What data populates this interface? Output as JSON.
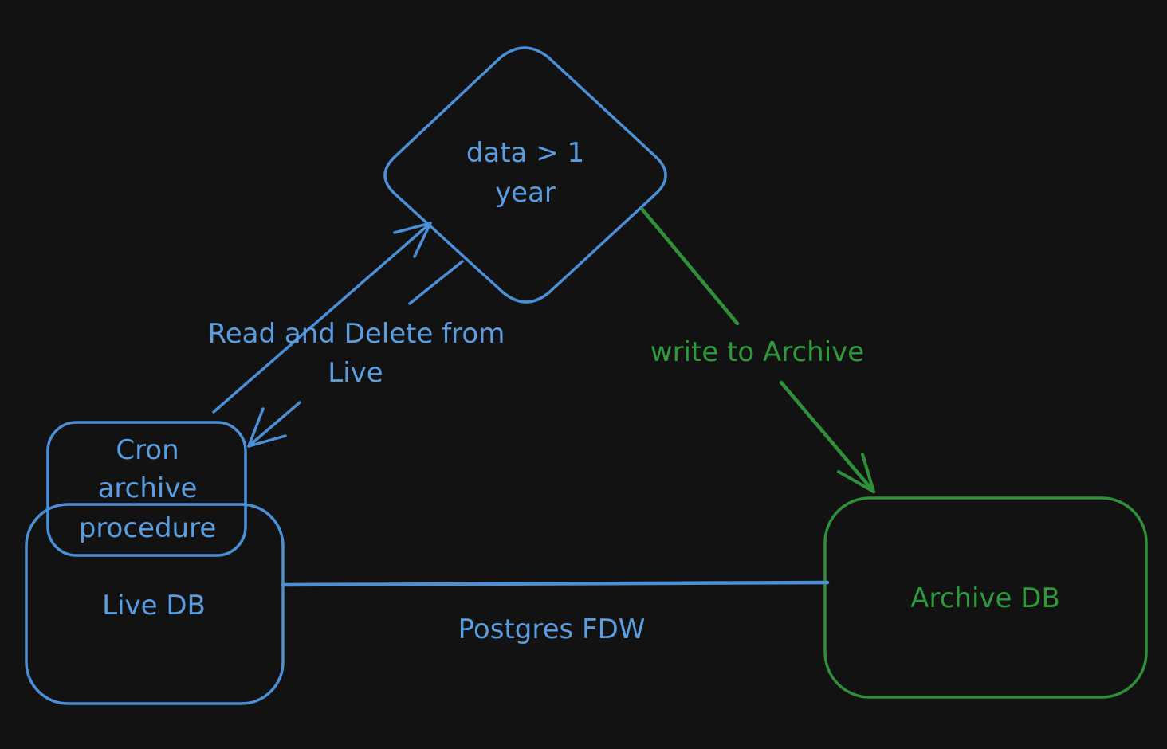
{
  "colors": {
    "background": "#121212",
    "blue": "#4a90d9",
    "green": "#2f8f3a",
    "text_blue": "#5a9de0",
    "text_green": "#2f9a3c"
  },
  "diagram": {
    "decision": {
      "line1": "data > 1",
      "line2": "year"
    },
    "cron_box": {
      "line1": "Cron",
      "line2": "archive",
      "line3": "procedure"
    },
    "live_db": {
      "label": "Live DB"
    },
    "archive_db": {
      "label": "Archive DB"
    },
    "edges": {
      "read_delete": {
        "line1": "Read and Delete from",
        "line2": "Live"
      },
      "write_archive": {
        "label": "write to Archive"
      },
      "fdw": {
        "label": "Postgres FDW"
      }
    }
  }
}
